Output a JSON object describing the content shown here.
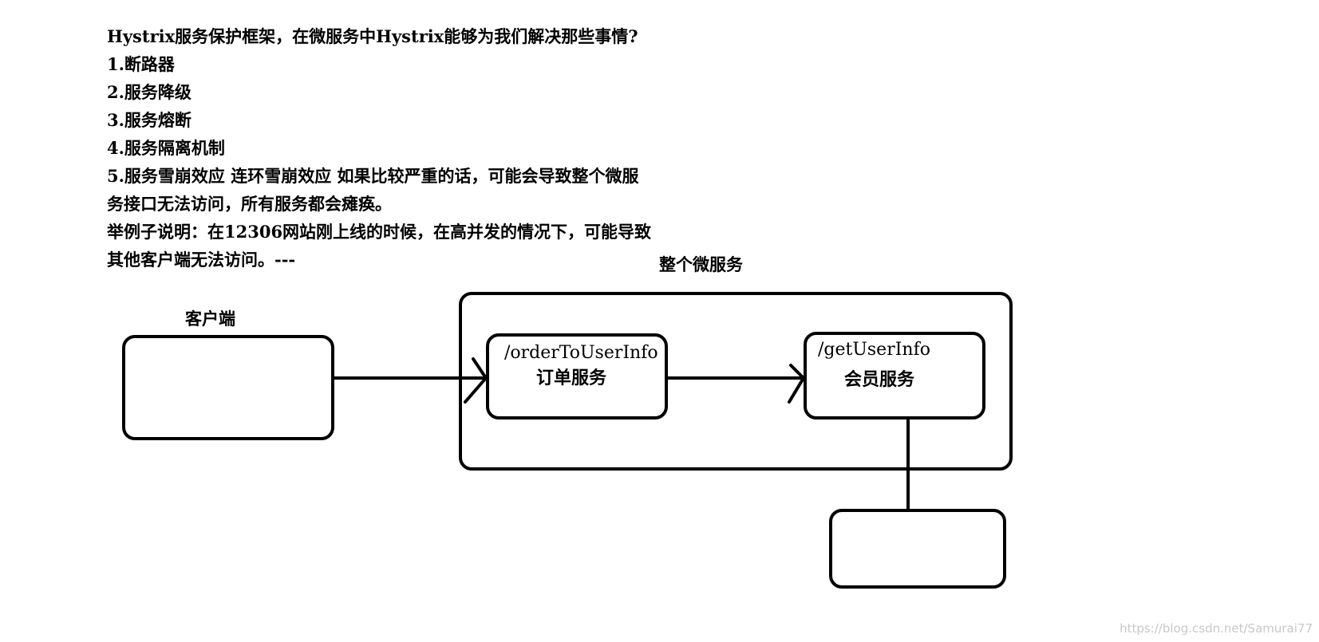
{
  "notes": {
    "lines": [
      "Hystrix服务保护框架，在微服务中Hystrix能够为我们解决那些事情?",
      "1.断路器",
      "2.服务降级",
      "3.服务熔断",
      "4.服务隔离机制",
      "5.服务雪崩效应 连环雪崩效应 如果比较严重的话，可能会导致整个微服",
      "务接口无法访问，所有服务都会瘫痪。",
      "举例子说明：在12306网站刚上线的时候，在高并发的情况下，可能导致",
      "其他客户端无法访问。---"
    ]
  },
  "diagram": {
    "microservice_group_label": "整个微服务",
    "client_label": "客户端",
    "order_service": {
      "path": "/orderToUserInfo",
      "name": "订单服务"
    },
    "member_service": {
      "path": "/getUserInfo",
      "name": "会员服务"
    }
  },
  "watermark": "https://blog.csdn.net/Samurai77"
}
